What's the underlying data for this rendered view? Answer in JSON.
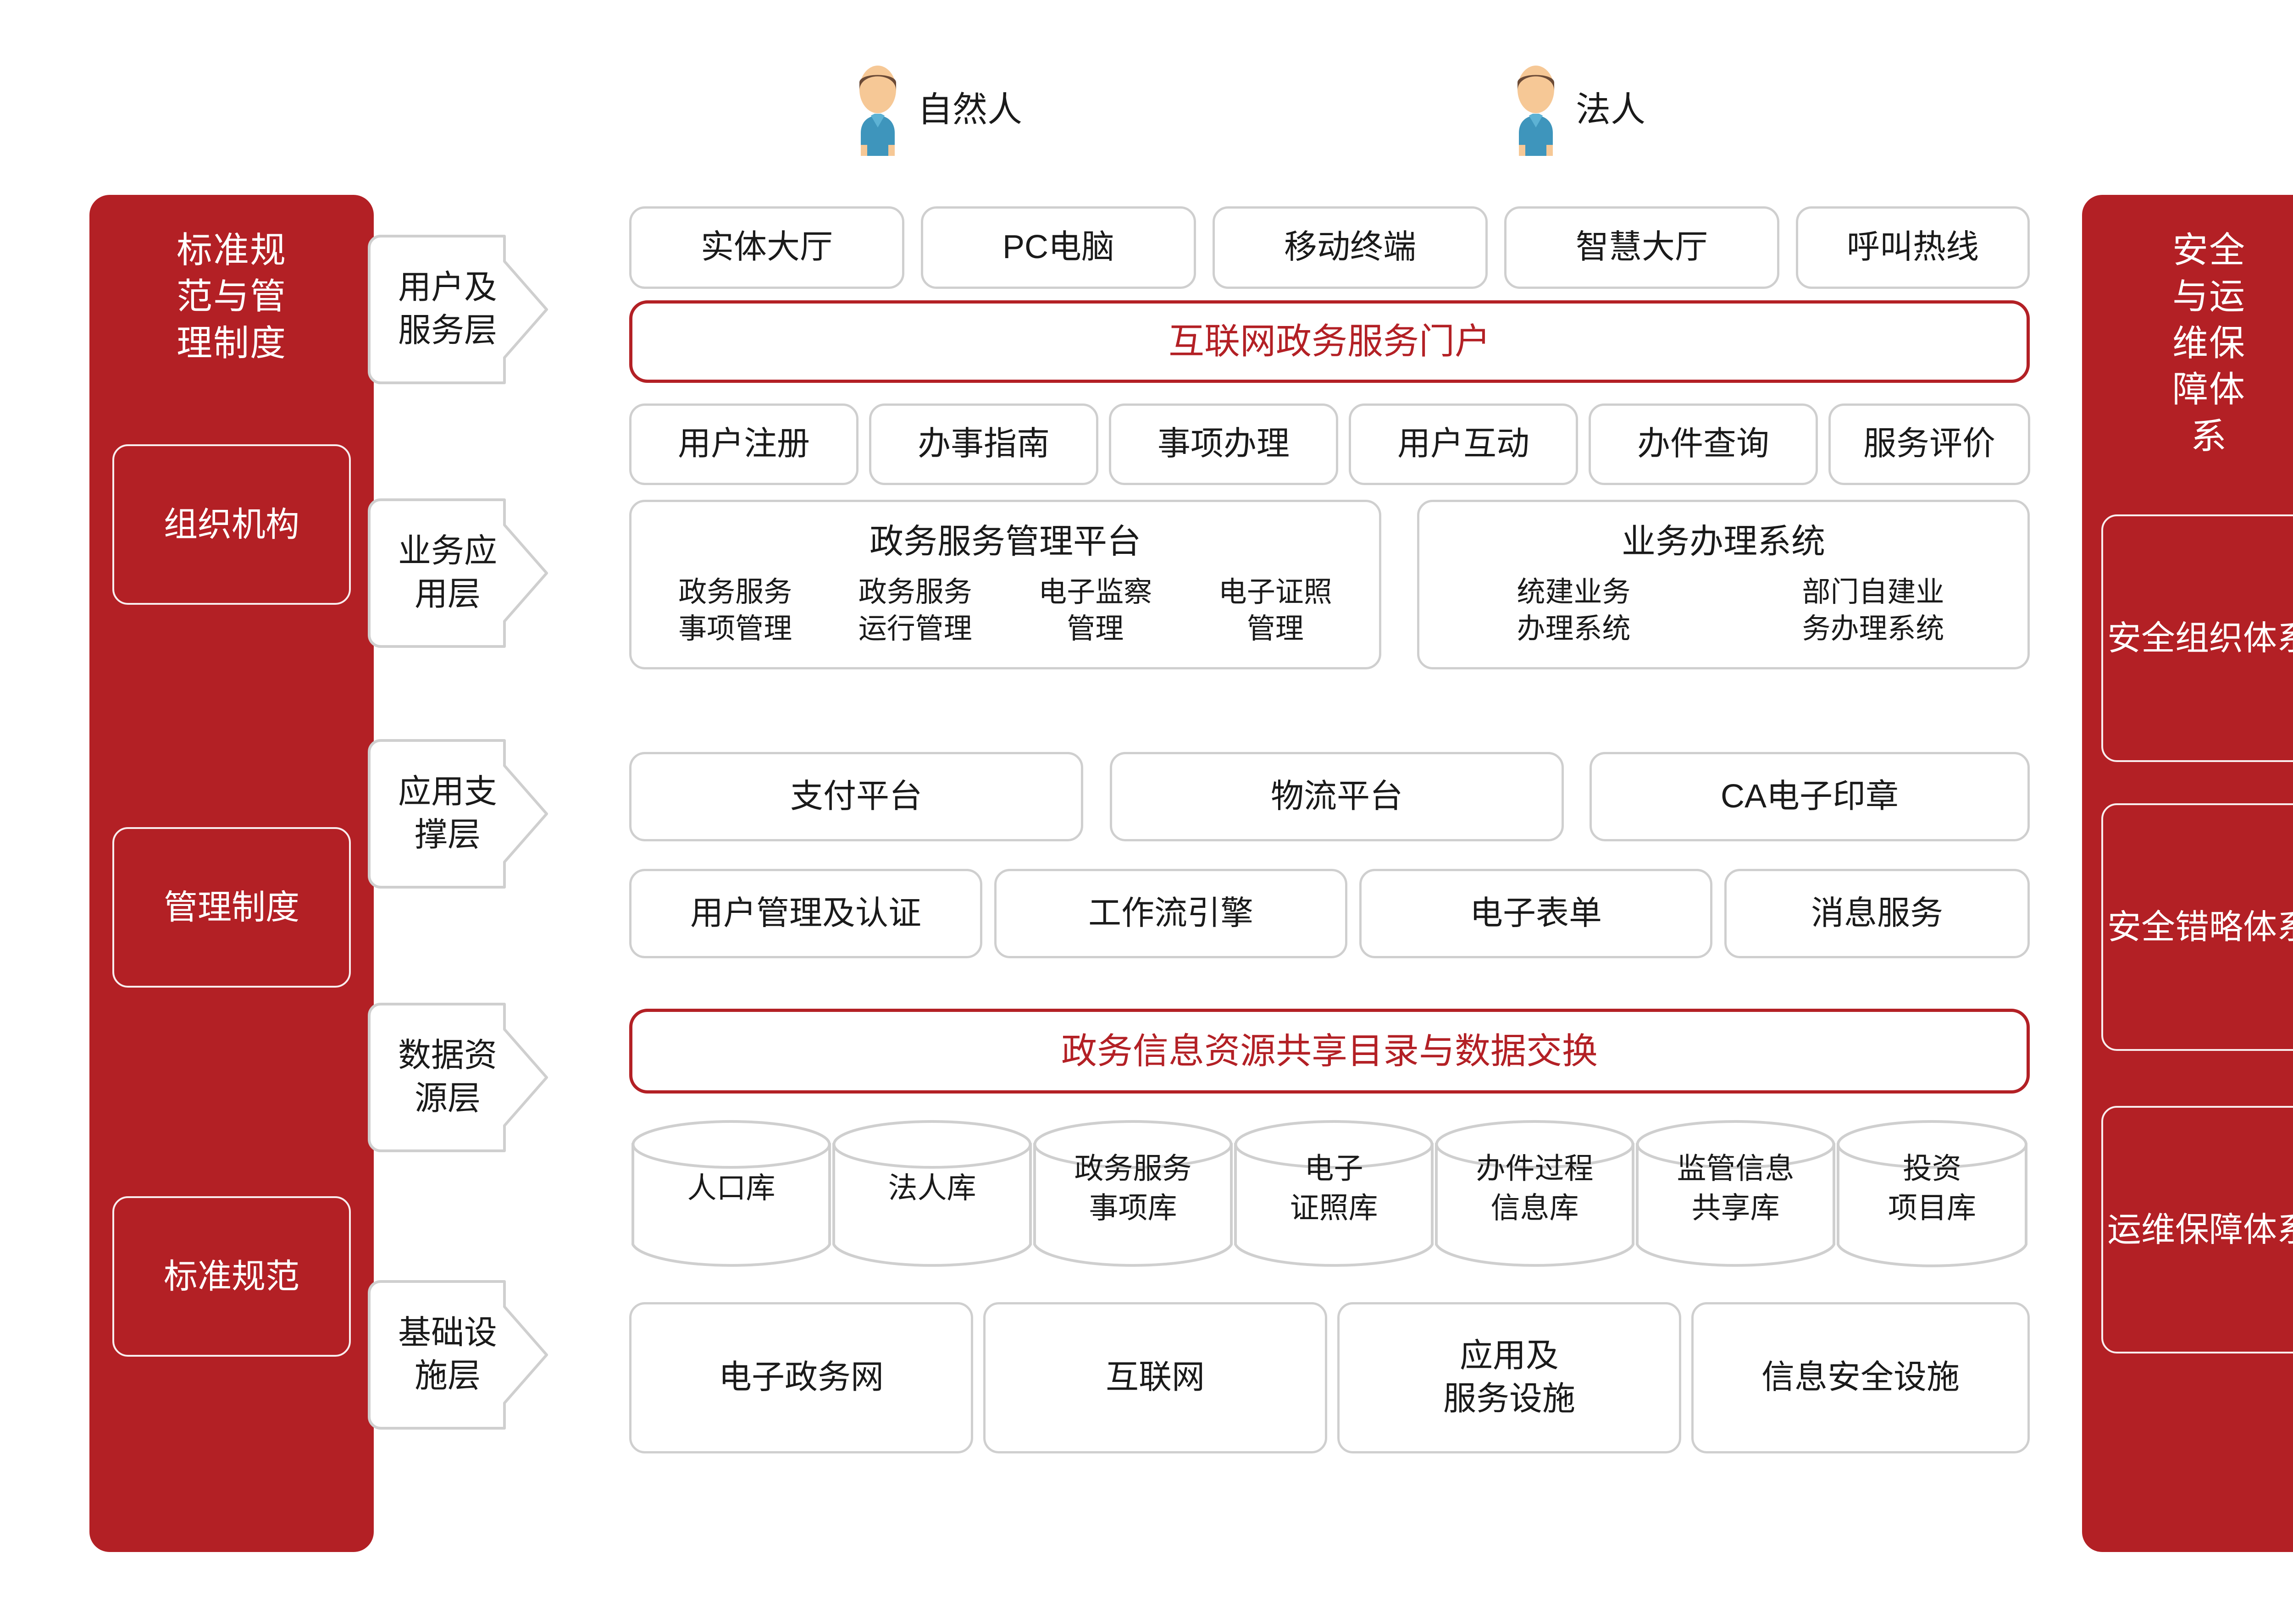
{
  "colors": {
    "brand_red": "#B32025",
    "box_border": "#CFCFCF",
    "text": "#1A1A1A",
    "avatar_hair": "#6B4A36",
    "avatar_skin": "#F6C896",
    "avatar_shirt": "#3E95BC"
  },
  "actors": [
    {
      "label": "自然人",
      "icon": "person-icon"
    },
    {
      "label": "法人",
      "icon": "person-icon"
    }
  ],
  "left_pillar": {
    "title": "标准规范与管理制度",
    "chips": [
      "组织机构",
      "管理制度",
      "标准规范"
    ]
  },
  "right_pillar": {
    "title": "安全与运维保障体系",
    "chips": [
      "安全组织体系",
      "安全错略体系",
      "运维保障体系"
    ]
  },
  "layers": [
    {
      "key": "user_service",
      "label": "用户及服务层"
    },
    {
      "key": "business_app",
      "label": "业务应用层"
    },
    {
      "key": "app_support",
      "label": "应用支撑层"
    },
    {
      "key": "data_resource",
      "label": "数据资源层"
    },
    {
      "key": "infrastructure",
      "label": "基础设施层"
    }
  ],
  "user_service_layer": {
    "channels": [
      "实体大厅",
      "PC电脑",
      "移动终端",
      "智慧大厅",
      "呼叫热线"
    ],
    "portal": "互联网政务服务门户",
    "functions": [
      "用户注册",
      "办事指南",
      "事项办理",
      "用户互动",
      "办件查询",
      "服务评价"
    ]
  },
  "business_app_layer": {
    "groups": [
      {
        "title": "政务服务管理平台",
        "items": [
          "政务服务\n事项管理",
          "政务服务\n运行管理",
          "电子监察\n管理",
          "电子证照\n管理"
        ]
      },
      {
        "title": "业务办理系统",
        "items": [
          "统建业务\n办理系统",
          "部门自建业\n务办理系统"
        ]
      }
    ]
  },
  "app_support_layer": {
    "row1": [
      "支付平台",
      "物流平台",
      "CA电子印章"
    ],
    "row2": [
      "用户管理及认证",
      "工作流引擎",
      "电子表单",
      "消息服务"
    ]
  },
  "data_resource_layer": {
    "exchange_bar": "政务信息资源共享目录与数据交换",
    "databases": [
      "人口库",
      "法人库",
      "政务服务\n事项库",
      "电子\n证照库",
      "办件过程\n信息库",
      "监管信息\n共享库",
      "投资\n项目库"
    ]
  },
  "infrastructure_layer": {
    "items": [
      "电子政务网",
      "互联网",
      "应用及\n服务设施",
      "信息安全设施"
    ]
  }
}
